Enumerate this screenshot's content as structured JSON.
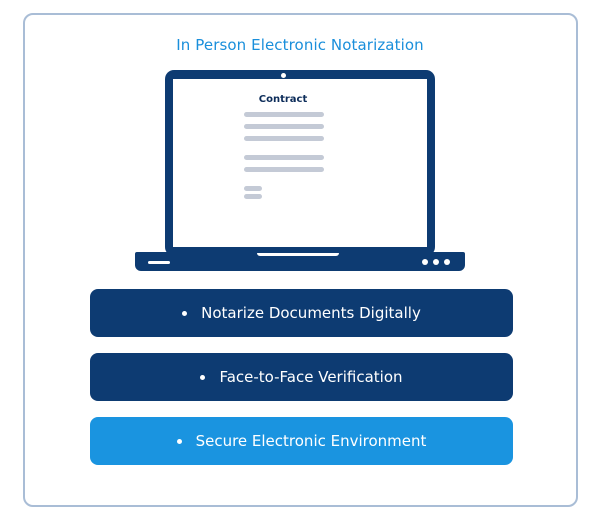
{
  "title": "In Person Electronic Notarization",
  "laptop": {
    "document_title": "Contract",
    "colors": {
      "frame": "#0d3b72",
      "text_lines": "#c4cad6"
    }
  },
  "features": [
    {
      "label": "Notarize Documents Digitally",
      "color": "#0d3b72"
    },
    {
      "label": "Face-to-Face Verification",
      "color": "#0d3b72"
    },
    {
      "label": "Secure Electronic Environment",
      "color": "#1a94e0"
    }
  ],
  "colors": {
    "title": "#1a8fdb",
    "card_border": "#a9bdd6"
  }
}
